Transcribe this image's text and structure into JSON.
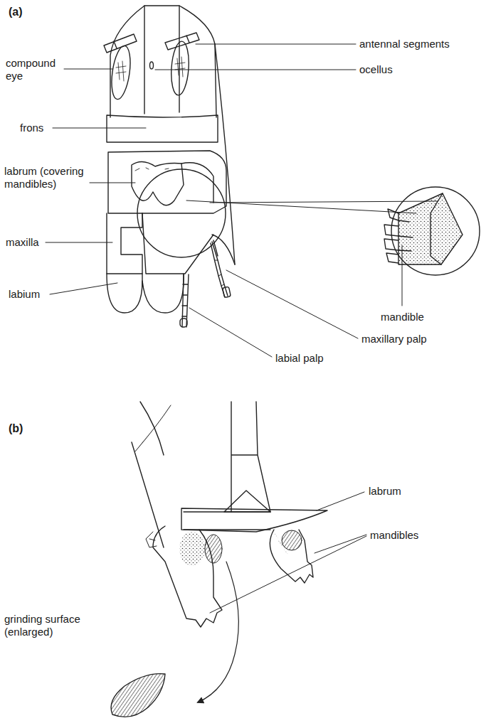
{
  "diagram": {
    "labels": [
      "(a)",
      "compound eye",
      "frons",
      "labrum (covering mandibles)",
      "maxilla",
      "labium",
      "antennal segments",
      "ocellus",
      "mandible",
      "maxillary palp",
      "labial palp",
      "(b)",
      "labrum",
      "mandibles",
      "grinding surface (enlarged)"
    ]
  }
}
